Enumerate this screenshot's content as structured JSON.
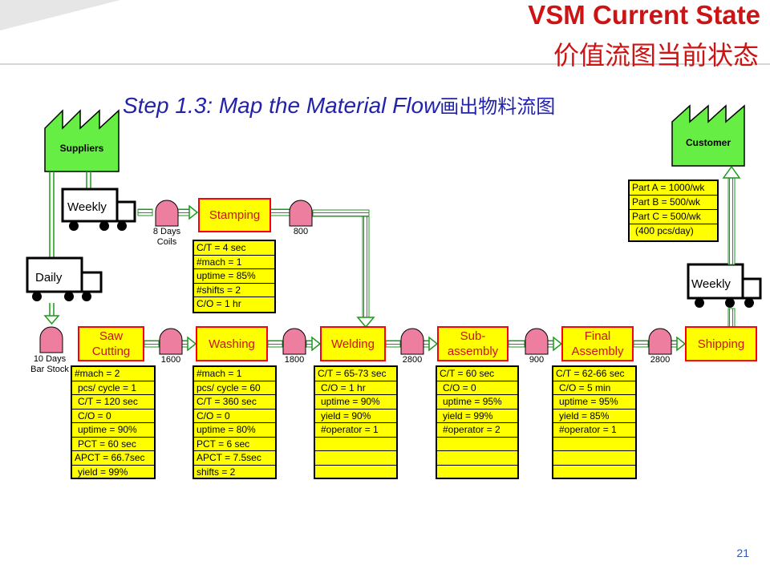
{
  "header": {
    "title_en": "VSM Current State",
    "title_zh": "价值流图当前状态",
    "step_title": "Step 1.3: Map the Material Flow",
    "step_title_zh": "画出物料流图"
  },
  "colors": {
    "accent_red": "#cc1414",
    "title_blue": "#2222aa",
    "factory_green": "#66ee44",
    "process_yellow": "#ffff00",
    "inventory_pink": "#ee7ea0"
  },
  "factories": {
    "supplier": "Suppliers",
    "customer": "Customer"
  },
  "trucks": {
    "supplier_weekly": "Weekly",
    "daily": "Daily",
    "shipping_weekly": "Weekly"
  },
  "inventory": {
    "coils": [
      "8 Days",
      "Coils"
    ],
    "after_stamping": "800",
    "bar_stock": [
      "10 Days",
      "Bar Stock"
    ],
    "after_saw": "1600",
    "after_washing": "1800",
    "after_welding": "2800",
    "after_subassembly": "900",
    "after_final": "2800"
  },
  "processes": {
    "stamping": "Stamping",
    "saw": "Saw\nCutting",
    "washing": "Washing",
    "welding": "Welding",
    "subassembly": "Sub-\nassembly",
    "final": "Final\nAssembly",
    "shipping": "Shipping"
  },
  "data_boxes": {
    "stamping": [
      "C/T = 4 sec",
      "#mach = 1",
      "uptime = 85%",
      "#shifts = 2",
      "C/O = 1 hr"
    ],
    "saw": [
      "#mach = 2",
      "pcs/ cycle = 1",
      "C/T = 120 sec",
      "C/O = 0",
      "uptime = 90%",
      "PCT = 60 sec",
      "APCT = 66.7sec",
      "yield = 99%"
    ],
    "washing": [
      "#mach = 1",
      "pcs/ cycle = 60",
      "C/T = 360 sec",
      "C/O = 0",
      "uptime = 80%",
      "PCT = 6 sec",
      "APCT = 7.5sec",
      "shifts = 2"
    ],
    "welding": [
      "C/T = 65-73 sec",
      "C/O = 1 hr",
      "uptime = 90%",
      "yield = 90%",
      "#operator = 1",
      "",
      "",
      ""
    ],
    "subassembly": [
      "C/T = 60 sec",
      "C/O = 0",
      "uptime = 95%",
      "yield = 99%",
      "#operator = 2",
      "",
      "",
      ""
    ],
    "final": [
      "C/T = 62-66 sec",
      "C/O = 5 min",
      "uptime = 95%",
      "yield = 85%",
      "#operator = 1",
      "",
      "",
      ""
    ]
  },
  "customer_demand": [
    "Part A = 1000/wk",
    "Part B = 500/wk",
    "Part C = 500/wk",
    "(400 pcs/day)"
  ],
  "page_number": "21"
}
